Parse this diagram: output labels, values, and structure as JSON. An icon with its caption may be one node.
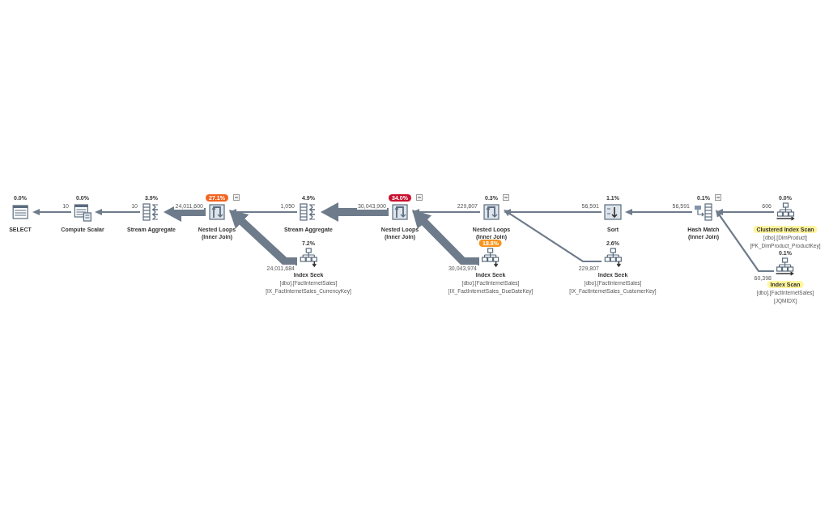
{
  "diagram": {
    "nodes": [
      {
        "text": [
          "0.0%",
          "SELECT"
        ]
      },
      {
        "text": [
          "0.0%",
          "Compute Scalar"
        ]
      },
      {
        "text": [
          "3.9%",
          "Stream Aggregate"
        ]
      },
      {
        "text": [
          "27.1%",
          "Nested Loops (Inner Join)"
        ]
      },
      {
        "text": [
          "7.2%",
          "Index Seek",
          "[dbo].[FactInternetSales]",
          "[IX_FactInternetSales_CurrencyKey]"
        ]
      },
      {
        "text": [
          "4.9%",
          "Stream Aggregate"
        ]
      },
      {
        "text": [
          "34.0%",
          "Nested Loops (Inner Join)"
        ]
      },
      {
        "text": [
          "18.8%",
          "Index Seek",
          "[dbo].[FactInternetSales]",
          "[IX_FactInternetSales_DueDateKey]"
        ]
      },
      {
        "text": [
          "0.3%",
          "Nested Loops (Inner Join)"
        ]
      },
      {
        "text": [
          "2.6%",
          "Index Seek",
          "[dbo].[FactInternetSales]",
          "[IX_FactInternetSales_CustomerKey]"
        ]
      },
      {
        "text": [
          "1.1%",
          "Sort"
        ]
      },
      {
        "text": [
          "0.1%",
          "Hash Match (Inner Join)"
        ]
      },
      {
        "text": [
          "0.0%",
          "Clustered Index Scan",
          "[dbo].[DimProduct]",
          "[PK_DimProduct_ProductKey]"
        ]
      },
      {
        "text": [
          "0.1%",
          "Index Scan",
          "[dbo].[FactInternetSales]",
          "[JQMIDX]"
        ]
      }
    ],
    "edges": [
      {
        "from": 1,
        "to": 0,
        "arrow": "to",
        "label": "10"
      },
      {
        "from": 2,
        "to": 1,
        "arrow": "to",
        "label": "10"
      },
      {
        "from": 3,
        "to": 2,
        "arrow": "to",
        "label": "24,011,600",
        "style": "thick"
      },
      {
        "from": 5,
        "to": 3,
        "arrow": "to",
        "label": "1,050"
      },
      {
        "from": 4,
        "to": 3,
        "arrow": "to",
        "label": "24,011,684",
        "style": "thick"
      },
      {
        "from": 6,
        "to": 5,
        "arrow": "to",
        "label": "30,043,900",
        "style": "thick"
      },
      {
        "from": 8,
        "to": 6,
        "arrow": "to",
        "label": "229,807"
      },
      {
        "from": 7,
        "to": 6,
        "arrow": "to",
        "label": "30,043,974",
        "style": "thick"
      },
      {
        "from": 10,
        "to": 8,
        "arrow": "to",
        "label": "56,591"
      },
      {
        "from": 9,
        "to": 8,
        "arrow": "to",
        "label": "229,807"
      },
      {
        "from": 11,
        "to": 10,
        "arrow": "to",
        "label": "56,591"
      },
      {
        "from": 12,
        "to": 11,
        "arrow": "to",
        "label": "606"
      },
      {
        "from": 13,
        "to": 11,
        "arrow": "to",
        "label": "60,398"
      }
    ]
  }
}
